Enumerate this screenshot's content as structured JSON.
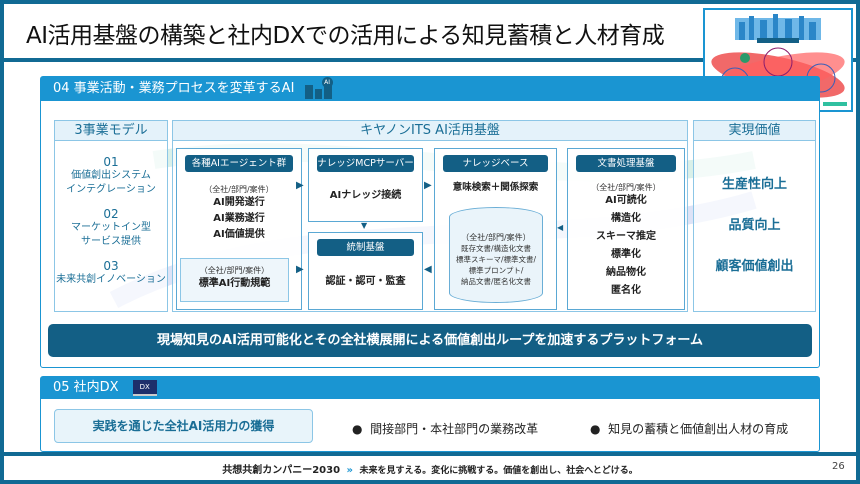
{
  "title": "AI活用基盤の構築と社内DXでの活用による知見蓄積と人材育成",
  "section04": {
    "label": "04 事業活動・業務プロセスを変革するAI",
    "icon": "ai-building-icon",
    "models": {
      "header": "3事業モデル",
      "items": [
        {
          "num": "01",
          "line1": "価値創出システム",
          "line2": "インテグレーション"
        },
        {
          "num": "02",
          "line1": "マーケットイン型",
          "line2": "サービス提供"
        },
        {
          "num": "03",
          "line1": "未来共創イノベーション",
          "line2": ""
        }
      ]
    },
    "platform": {
      "header": "キヤノンITS AI活用基盤",
      "agents": {
        "tag": "各種AIエージェント群",
        "scope": "（全社/部門/案件）",
        "items": [
          "AI開発遂行",
          "AI業務遂行",
          "AI価値提供"
        ],
        "sub_scope": "（全社/部門/案件）",
        "sub_item": "標準AI行動規範"
      },
      "mcp": {
        "tag": "ナレッジMCPサーバー",
        "item": "AIナレッジ接続"
      },
      "governance": {
        "tag": "統制基盤",
        "item": "認証・認可・監査"
      },
      "knowledge": {
        "tag": "ナレッジベース",
        "item": "意味検索＋関係探索",
        "db_scope": "（全社/部門/案件）",
        "db_lines": [
          "既存文書/構造化文書",
          "標準スキーマ/標準文書/",
          "標準プロンプト/",
          "納品文書/匿名化文書"
        ]
      },
      "docproc": {
        "tag": "文書処理基盤",
        "scope": "（全社/部門/案件）",
        "items": [
          "AI可読化",
          "構造化",
          "スキーマ推定",
          "標準化",
          "納品物化",
          "匿名化"
        ]
      }
    },
    "value": {
      "header": "実現価値",
      "items": [
        "生産性向上",
        "品質向上",
        "顧客価値創出"
      ]
    },
    "banner": "現場知見のAI活用可能化とその全社横展開による価値創出ループを加速するプラットフォーム"
  },
  "section05": {
    "label": "05 社内DX",
    "badge": "DX",
    "highlight": "実践を通じた全社AI活用力の獲得",
    "bullets": [
      "間接部門・本社部門の業務改革",
      "知見の蓄積と価値創出人材の育成"
    ]
  },
  "footer": {
    "brand": "共想共創カンパニー2030",
    "chevron": "»",
    "slogan": "未来を見すえる。変化に挑戦する。価値を創出し、社会へとどける。",
    "page": "26"
  },
  "colors": {
    "frame": "#116a94",
    "accent": "#1a95d2",
    "dark": "#135f85"
  }
}
